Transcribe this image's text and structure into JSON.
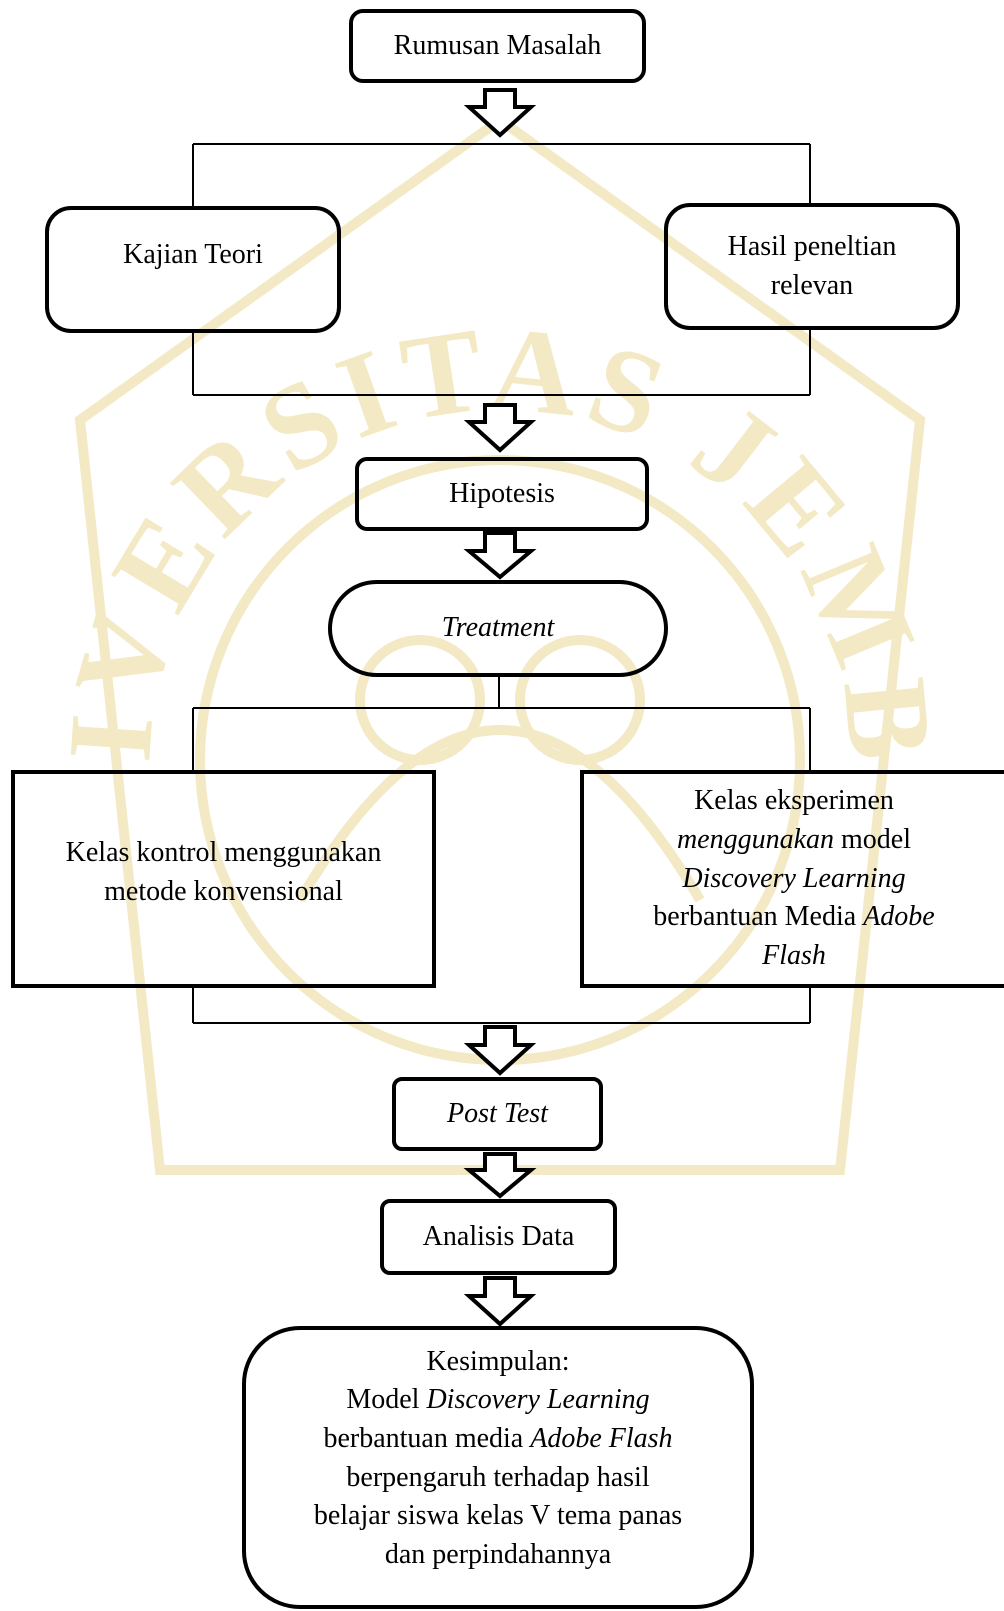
{
  "watermark": {
    "text": "UNIVERSITAS JEMBER",
    "color": "#f3e9c4"
  },
  "nodes": {
    "rumusan": {
      "label": "Rumusan Masalah"
    },
    "kajian": {
      "label": "Kajian Teori"
    },
    "hasil": {
      "line1": "Hasil peneltian",
      "line2": "relevan"
    },
    "hipotesis": {
      "label": "Hipotesis"
    },
    "treatment": {
      "label": "Treatment"
    },
    "kontrol": {
      "line1": "Kelas kontrol menggunakan",
      "line2": "metode konvensional"
    },
    "eksperimen": {
      "line1": "Kelas eksperimen",
      "line2_italic": "menggunakan",
      "line2_rest": " model",
      "line3_italic": "Discovery Learning",
      "line4_prefix": "berbantuan Media ",
      "line4_italic": "Adobe",
      "line5_italic": "Flash"
    },
    "posttest": {
      "label": "Post Test"
    },
    "analisis": {
      "label": "Analisis Data"
    },
    "kesimpulan": {
      "line1": "Kesimpulan:",
      "line2_prefix": "Model ",
      "line2_italic": "Discovery Learning",
      "line3_prefix": "berbantuan media ",
      "line3_italic": "Adobe Flash",
      "line4": "berpengaruh terhadap hasil",
      "line5": "belajar siswa kelas V tema panas",
      "line6": "dan perpindahannya"
    }
  },
  "colors": {
    "stroke": "#000000",
    "background": "#ffffff"
  }
}
